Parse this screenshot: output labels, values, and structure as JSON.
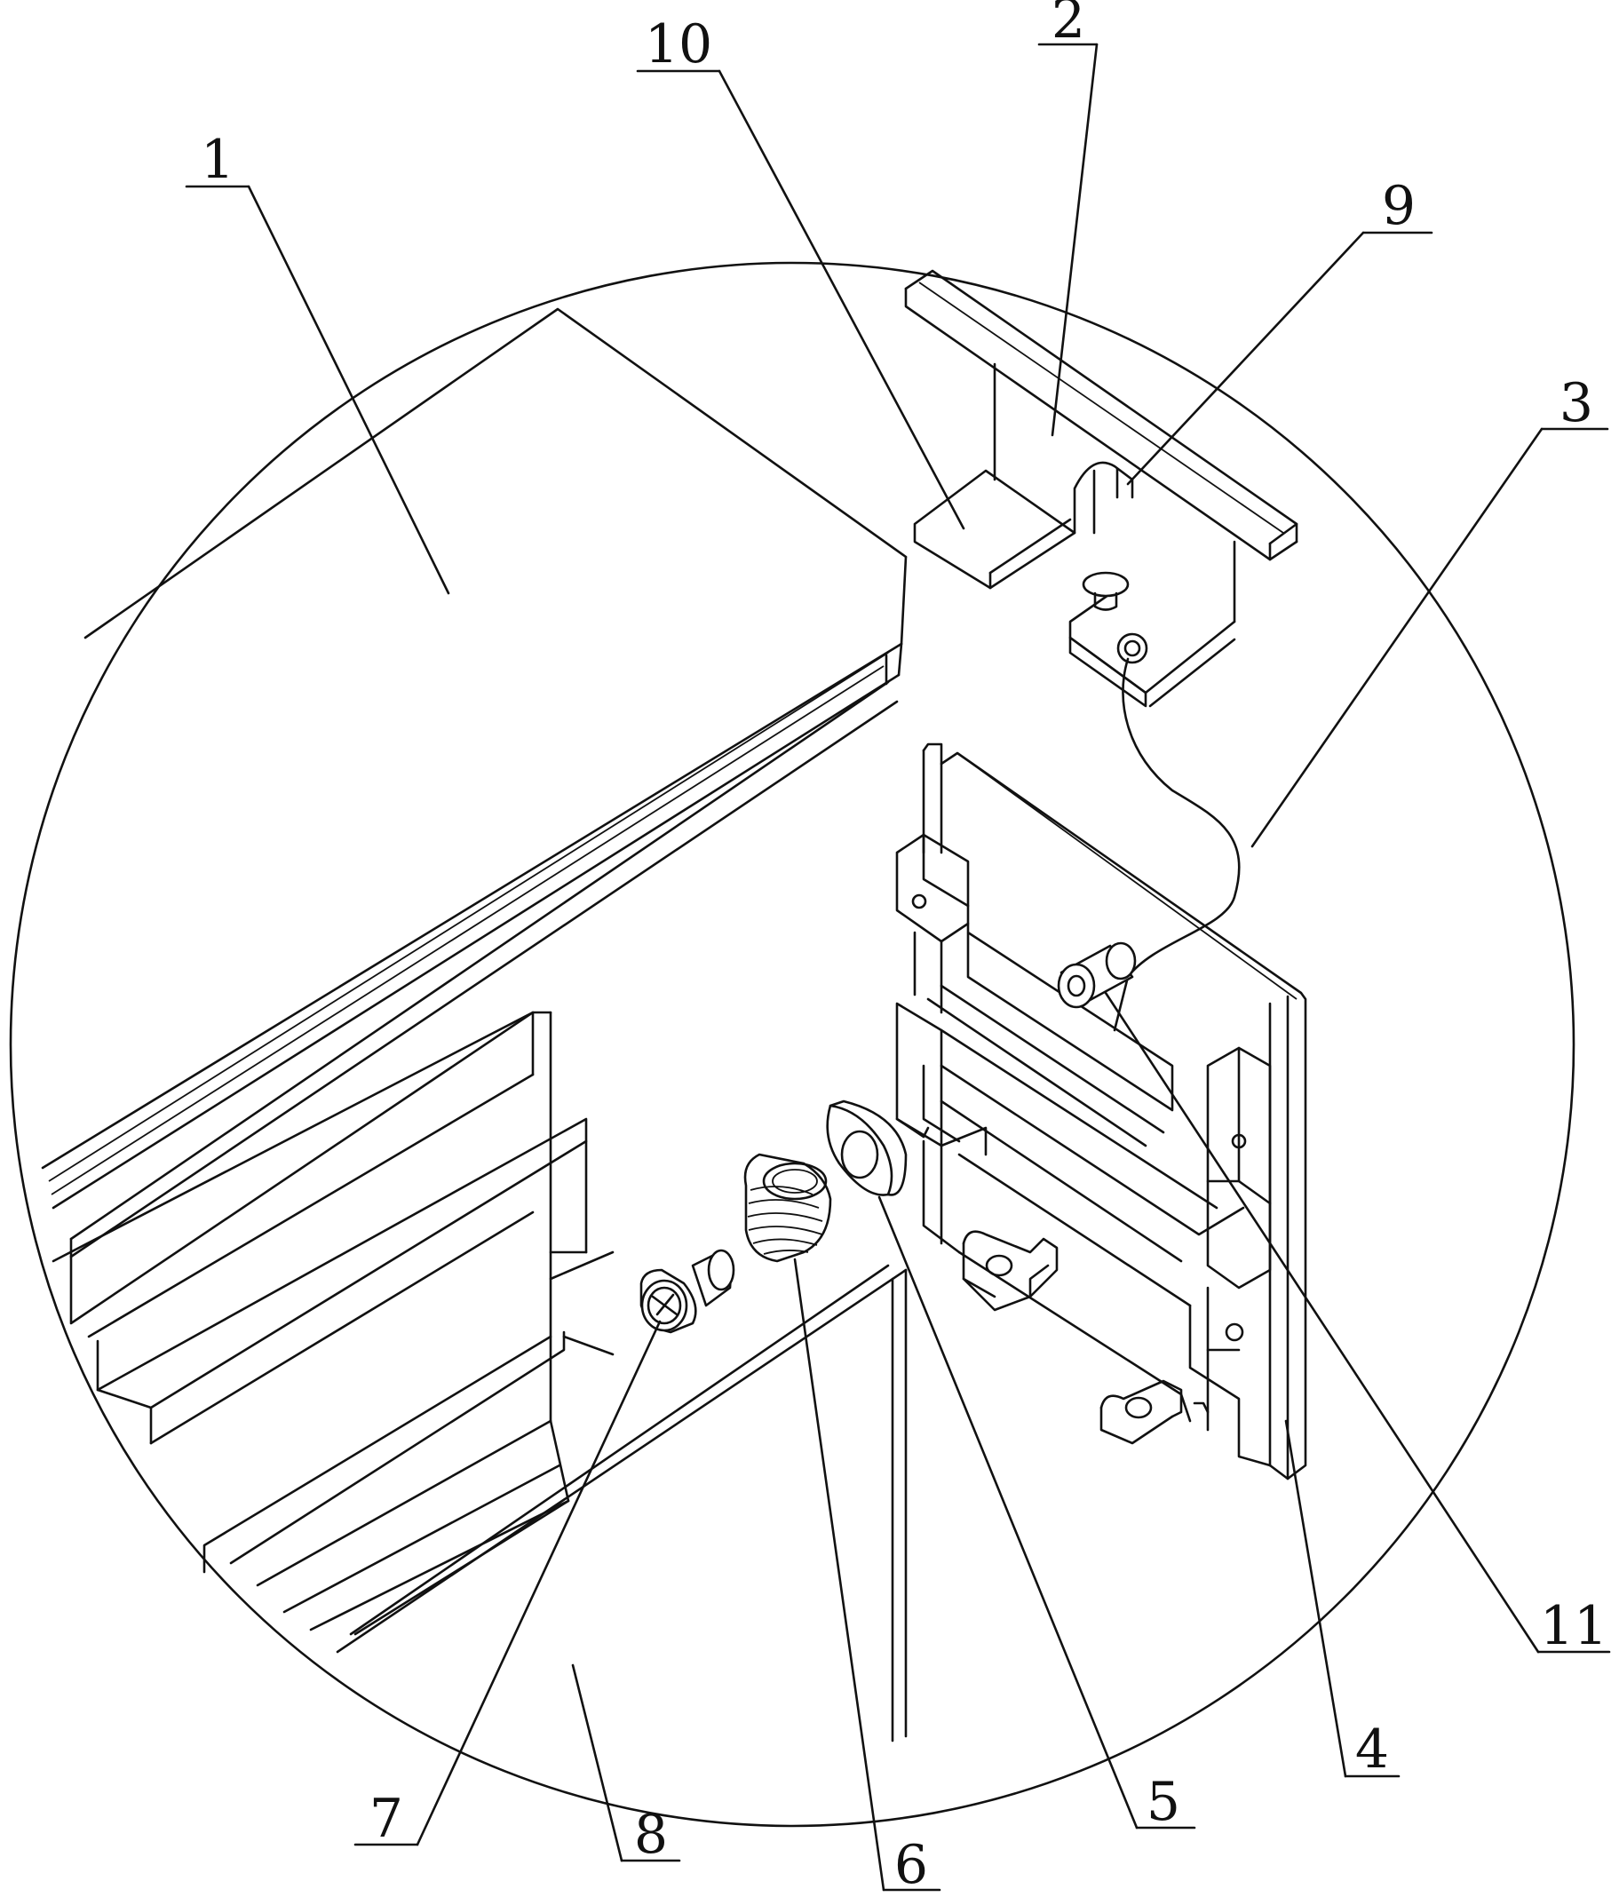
{
  "figure": {
    "callouts": [
      {
        "id": "callout-1",
        "text": "1"
      },
      {
        "id": "callout-2",
        "text": "2"
      },
      {
        "id": "callout-3",
        "text": "3"
      },
      {
        "id": "callout-4",
        "text": "4"
      },
      {
        "id": "callout-5",
        "text": "5"
      },
      {
        "id": "callout-6",
        "text": "6"
      },
      {
        "id": "callout-7",
        "text": "7"
      },
      {
        "id": "callout-8",
        "text": "8"
      },
      {
        "id": "callout-9",
        "text": "9"
      },
      {
        "id": "callout-10",
        "text": "10"
      },
      {
        "id": "callout-11",
        "text": "11"
      }
    ]
  }
}
